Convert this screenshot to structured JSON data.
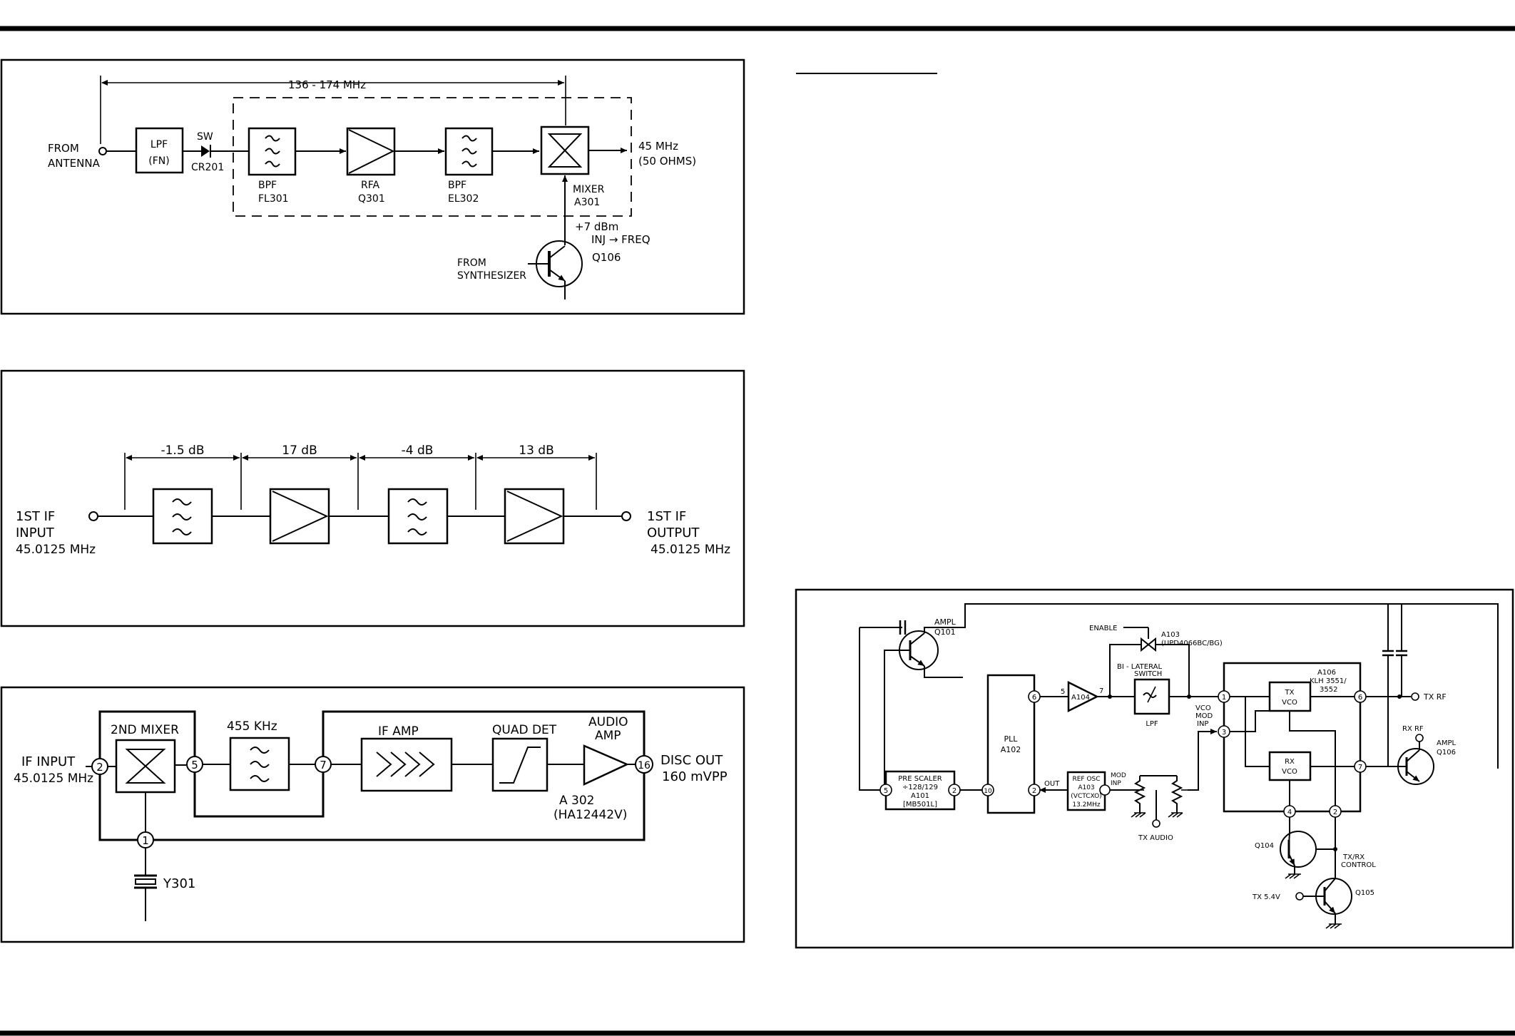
{
  "diagram1": {
    "range_label": "136 - 174 MHz",
    "from_antenna": [
      "FROM",
      "ANTENNA"
    ],
    "lpf": [
      "LPF",
      "(FN)"
    ],
    "sw": "SW",
    "cr201": "CR201",
    "bpf1": [
      "BPF",
      "FL301"
    ],
    "rfa": [
      "RFA",
      "Q301"
    ],
    "bpf2": [
      "BPF",
      "EL302"
    ],
    "mixer": [
      "MIXER",
      "A301"
    ],
    "output": [
      "45 MHz",
      "(50 OHMS)"
    ],
    "injection": [
      "+7 dBm",
      "INJ → FREQ"
    ],
    "synth": [
      "FROM",
      "SYNTHESIZER"
    ],
    "q106": "Q106"
  },
  "diagram2": {
    "gains": [
      "-1.5 dB",
      "17 dB",
      "-4 dB",
      "13 dB"
    ],
    "input": [
      "1ST IF",
      "INPUT",
      "45.0125 MHz"
    ],
    "output": [
      "1ST IF",
      "OUTPUT",
      "45.0125 MHz"
    ]
  },
  "diagram3": {
    "if_input": [
      "IF INPUT",
      "45.0125 MHz"
    ],
    "mixer_label": "2ND MIXER",
    "filter_label": "455 KHz",
    "if_amp": "IF AMP",
    "quad_det": "QUAD DET",
    "audio_amp": [
      "AUDIO",
      "AMP"
    ],
    "disc_out": [
      "DISC OUT",
      "160 mVPP"
    ],
    "ic": [
      "A 302",
      "(HA12442V)"
    ],
    "crystal": "Y301",
    "pins": {
      "p2": "2",
      "p5": "5",
      "p7": "7",
      "p16": "16",
      "p1": "1"
    }
  },
  "diagram4": {
    "ampl_q101": [
      "AMPL",
      "Q101"
    ],
    "enable": "ENABLE",
    "a103": [
      "A103",
      "(UPD4066BC/BG)"
    ],
    "bilateral": [
      "BI - LATERAL",
      "SWITCH"
    ],
    "lpf": "LPF",
    "a104": "A104",
    "a104_pins": [
      "5",
      "7"
    ],
    "pll": [
      "PLL",
      "A102"
    ],
    "pll_pins": [
      "6",
      "10",
      "2"
    ],
    "prescaler": [
      "PRE SCALER",
      "÷128/129",
      "A101",
      "[MB501L]"
    ],
    "prescaler_pins": [
      "5",
      "2"
    ],
    "out": "OUT",
    "refosc": [
      "REF OSC",
      "A103",
      "(VCTCXO)",
      "13.2MHz"
    ],
    "mod_inp": [
      "MOD",
      "INP"
    ],
    "tx_audio": "TX AUDIO",
    "vco_mod": [
      "VCO",
      "MOD",
      "INP"
    ],
    "a106": [
      "A106",
      "KLH 3551/",
      "3552"
    ],
    "tx_vco": [
      "TX",
      "VCO"
    ],
    "rx_vco": [
      "RX",
      "VCO"
    ],
    "vco_pins": [
      "1",
      "3",
      "6",
      "7",
      "4",
      "2"
    ],
    "tx_rf": "TX RF",
    "rx_rf": "RX RF",
    "ampl_q106": [
      "AMPL",
      "Q106"
    ],
    "q104": "Q104",
    "q105": "Q105",
    "txrx_control": [
      "TX/RX",
      "CONTROL"
    ],
    "tx_5v": "TX 5.4V"
  }
}
